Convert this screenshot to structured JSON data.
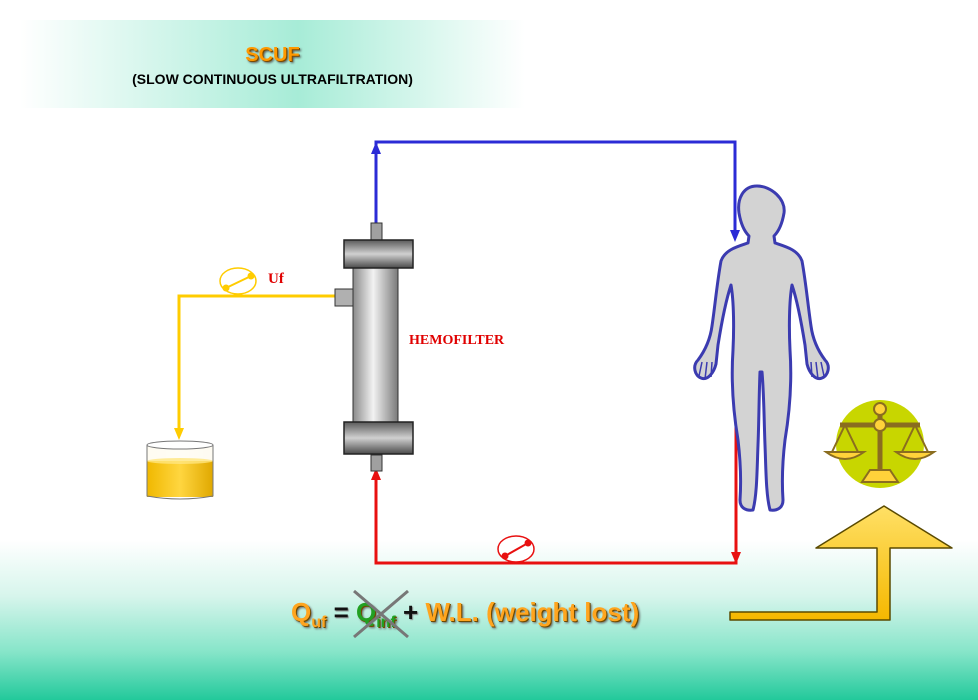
{
  "header": {
    "title": "SCUF",
    "subtitle": "(SLOW CONTINUOUS   ULTRAFILTRATION)"
  },
  "diagram": {
    "hemofilter_label": "HEMOFILTER",
    "uf_label": "Uf"
  },
  "formula": {
    "q_uf": "Q",
    "q_uf_sub": "uf",
    "equals": "=",
    "q_inf": "Q",
    "q_inf_sub": "inf",
    "q_inf_struck": true,
    "plus": "+",
    "weight_lost": "W.L. (weight lost)"
  },
  "colors": {
    "blood_out": "#2b2bd6",
    "blood_in": "#e81010",
    "ultrafiltrate": "#ffcc00",
    "label_red": "#e00000",
    "formula_orange": "#ffa51f",
    "formula_green": "#22a022",
    "band_green": "#22c99b"
  }
}
